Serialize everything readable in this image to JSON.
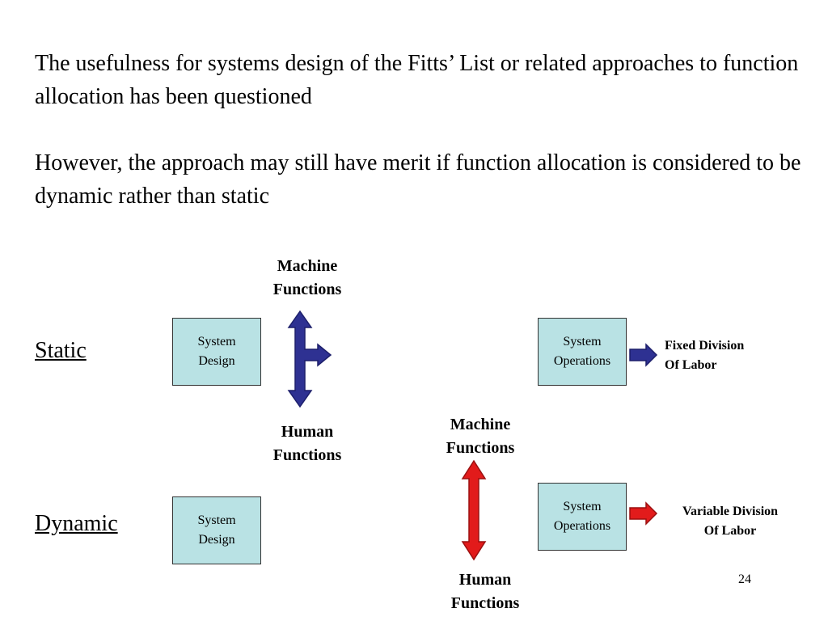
{
  "paragraphs": {
    "p1": " The usefulness for systems design of the Fitts’ List or related approaches to function allocation has been questioned",
    "p2": " However, the approach may still have merit if function allocation is considered to be dynamic rather than static"
  },
  "static": {
    "label": "Static",
    "design_box": [
      "System",
      "Design"
    ],
    "machine_label": [
      "Machine",
      "Functions"
    ],
    "human_label": [
      "Human",
      "Functions"
    ],
    "operations_box": [
      "System",
      "Operations"
    ],
    "result": [
      "Fixed Division",
      "Of Labor"
    ],
    "arrow_color": "#2e3192"
  },
  "dynamic": {
    "label": "Dynamic",
    "design_box": [
      "System",
      "Design"
    ],
    "machine_label": [
      "Machine",
      "Functions"
    ],
    "human_label": [
      "Human",
      "Functions"
    ],
    "operations_box": [
      "System",
      "Operations"
    ],
    "result": [
      "Variable Division",
      "Of Labor"
    ],
    "arrow_color": "#e21b1b"
  },
  "colors": {
    "box_fill": "#b9e2e4"
  },
  "page_number": "24"
}
